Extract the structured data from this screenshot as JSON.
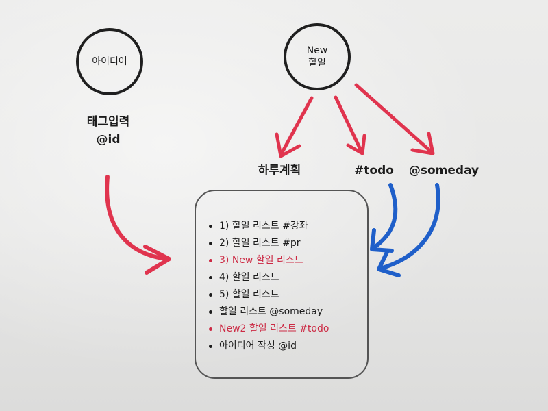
{
  "nodes": {
    "idea": {
      "label": "아이디어"
    },
    "new_todo": {
      "line1": "New",
      "line2": "할일"
    }
  },
  "labels": {
    "tag_input_line1": "태그입력",
    "tag_input_line2": "@id",
    "daily_plan": "하루계획",
    "todo_tag": "#todo",
    "someday_tag": "@someday"
  },
  "todo_list": {
    "items": [
      {
        "text": "1) 할일 리스트 #강좌",
        "highlight": false
      },
      {
        "text": "2) 할일 리스트 #pr",
        "highlight": false
      },
      {
        "text": "3) New 할일 리스트",
        "highlight": true
      },
      {
        "text": "4) 할일 리스트",
        "highlight": false
      },
      {
        "text": "5) 할일 리스트",
        "highlight": false
      },
      {
        "text": "할일 리스트 @someday",
        "highlight": false
      },
      {
        "text": "New2 할일 리스트 #todo",
        "highlight": true
      },
      {
        "text": "아이디어 작성 @id",
        "highlight": false
      }
    ]
  },
  "colors": {
    "red_arrow": "#e0344e",
    "blue_arrow": "#1f5fc9",
    "highlight_text": "#cc2a44",
    "ink": "#1c1c1c"
  }
}
